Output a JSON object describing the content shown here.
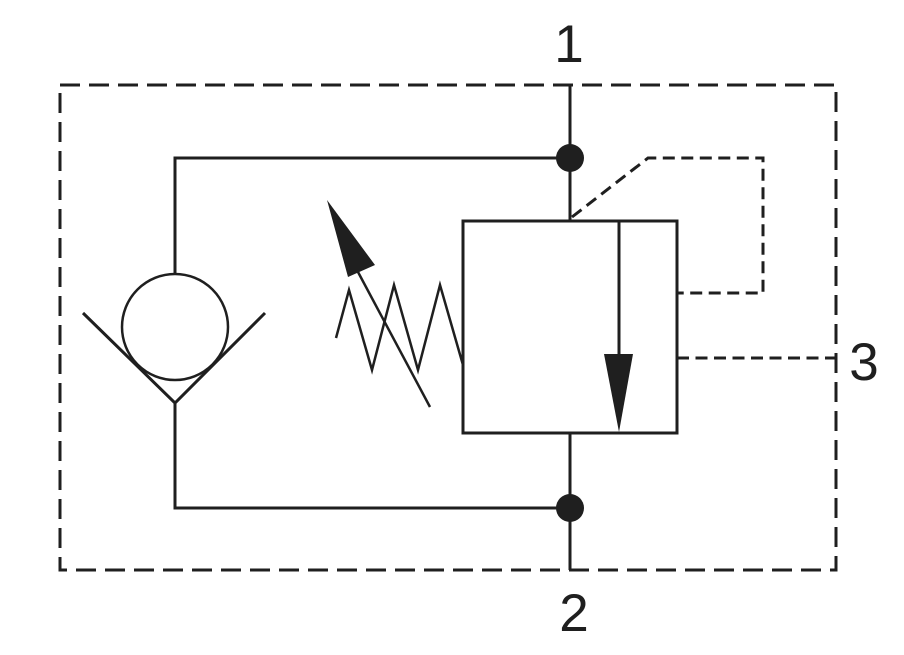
{
  "diagram": {
    "kind": "hydraulic-valve-schematic",
    "ports": [
      {
        "label": "1",
        "position": "top"
      },
      {
        "label": "2",
        "position": "bottom"
      },
      {
        "label": "3",
        "position": "right"
      }
    ],
    "symbols": [
      {
        "name": "enclosure-boundary",
        "style": "dashed-rectangle"
      },
      {
        "name": "check-valve",
        "parts": [
          "ball-circle",
          "v-seat"
        ]
      },
      {
        "name": "adjustable-spring",
        "parts": [
          "zigzag-spring",
          "diagonal-adjustment-arrow"
        ]
      },
      {
        "name": "relief-valve-body",
        "parts": [
          "square-body",
          "downward-flow-arrow"
        ]
      },
      {
        "name": "pilot-line",
        "style": "dashed"
      },
      {
        "name": "junction-dots",
        "count": 2
      }
    ],
    "colors": {
      "line": "#1f1f1f",
      "background": "#ffffff"
    }
  }
}
